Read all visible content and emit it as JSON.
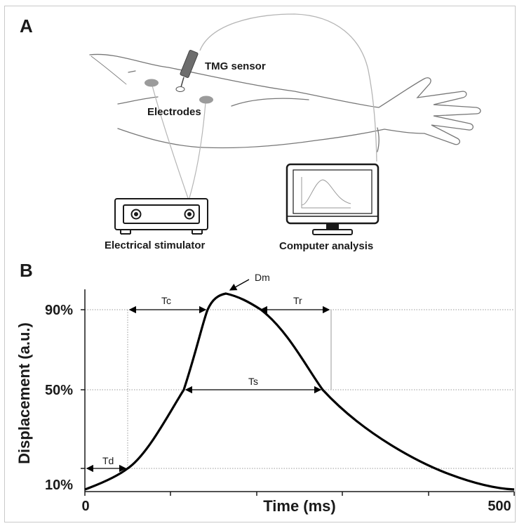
{
  "panel_a": {
    "label": "A",
    "sensor_label": "TMG sensor",
    "electrodes_label": "Electrodes",
    "stimulator_label": "Electrical stimulator",
    "computer_label": "Computer analysis"
  },
  "panel_b": {
    "label": "B",
    "ylabel": "Displacement (a.u.)",
    "xlabel": "Time (ms)",
    "x_ticks": [
      "0",
      "500"
    ],
    "y_ticks": [
      "10%",
      "50%",
      "90%"
    ],
    "annotations": {
      "dm": "Dm",
      "tc": "Tc",
      "tr": "Tr",
      "ts": "Ts",
      "td": "Td"
    }
  },
  "colors": {
    "line": "#000000",
    "guide": "#9a9a9a",
    "body_outline": "#777777",
    "sensor": "#6d6d6d",
    "electrode": "#9b9b9b"
  }
}
